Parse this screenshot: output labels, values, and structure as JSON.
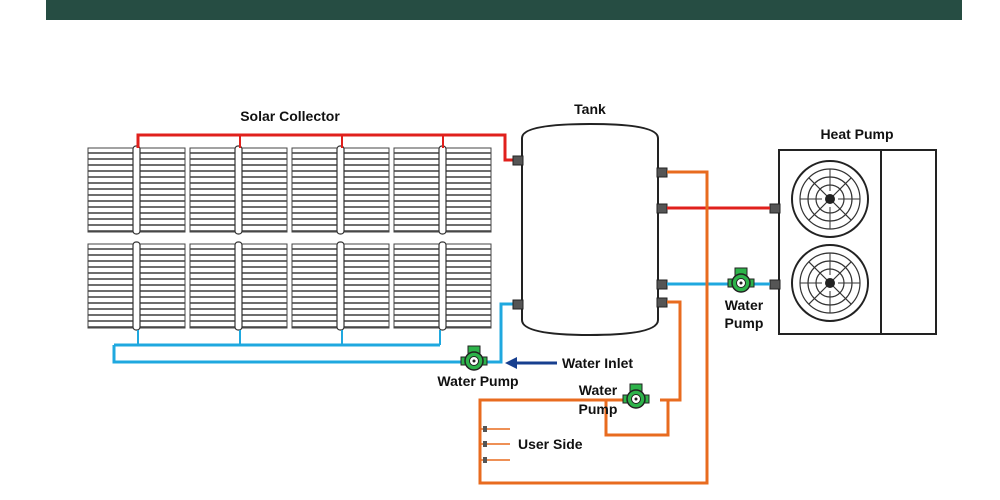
{
  "colors": {
    "banner": "#264d43",
    "hot_pipe": "#e0201c",
    "cold_pipe": "#1fa8df",
    "user_pipe": "#e86b1f",
    "inlet_arrow": "#173f8f",
    "pump_green": "#2db34a",
    "outline": "#333333"
  },
  "labels": {
    "solar_collector": "Solar Collector",
    "tank": "Tank",
    "heat_pump": "Heat Pump",
    "water_inlet": "Water Inlet",
    "pump_collector": "Water Pump",
    "pump_heat_line1": "Water",
    "pump_heat_line2": "Pump",
    "pump_user_line1": "Water",
    "pump_user_line2": "Pump",
    "user_side": "User Side"
  },
  "icons": [
    "solar-panel-icon",
    "water-pump-icon",
    "fan-icon",
    "arrow-left-icon"
  ]
}
